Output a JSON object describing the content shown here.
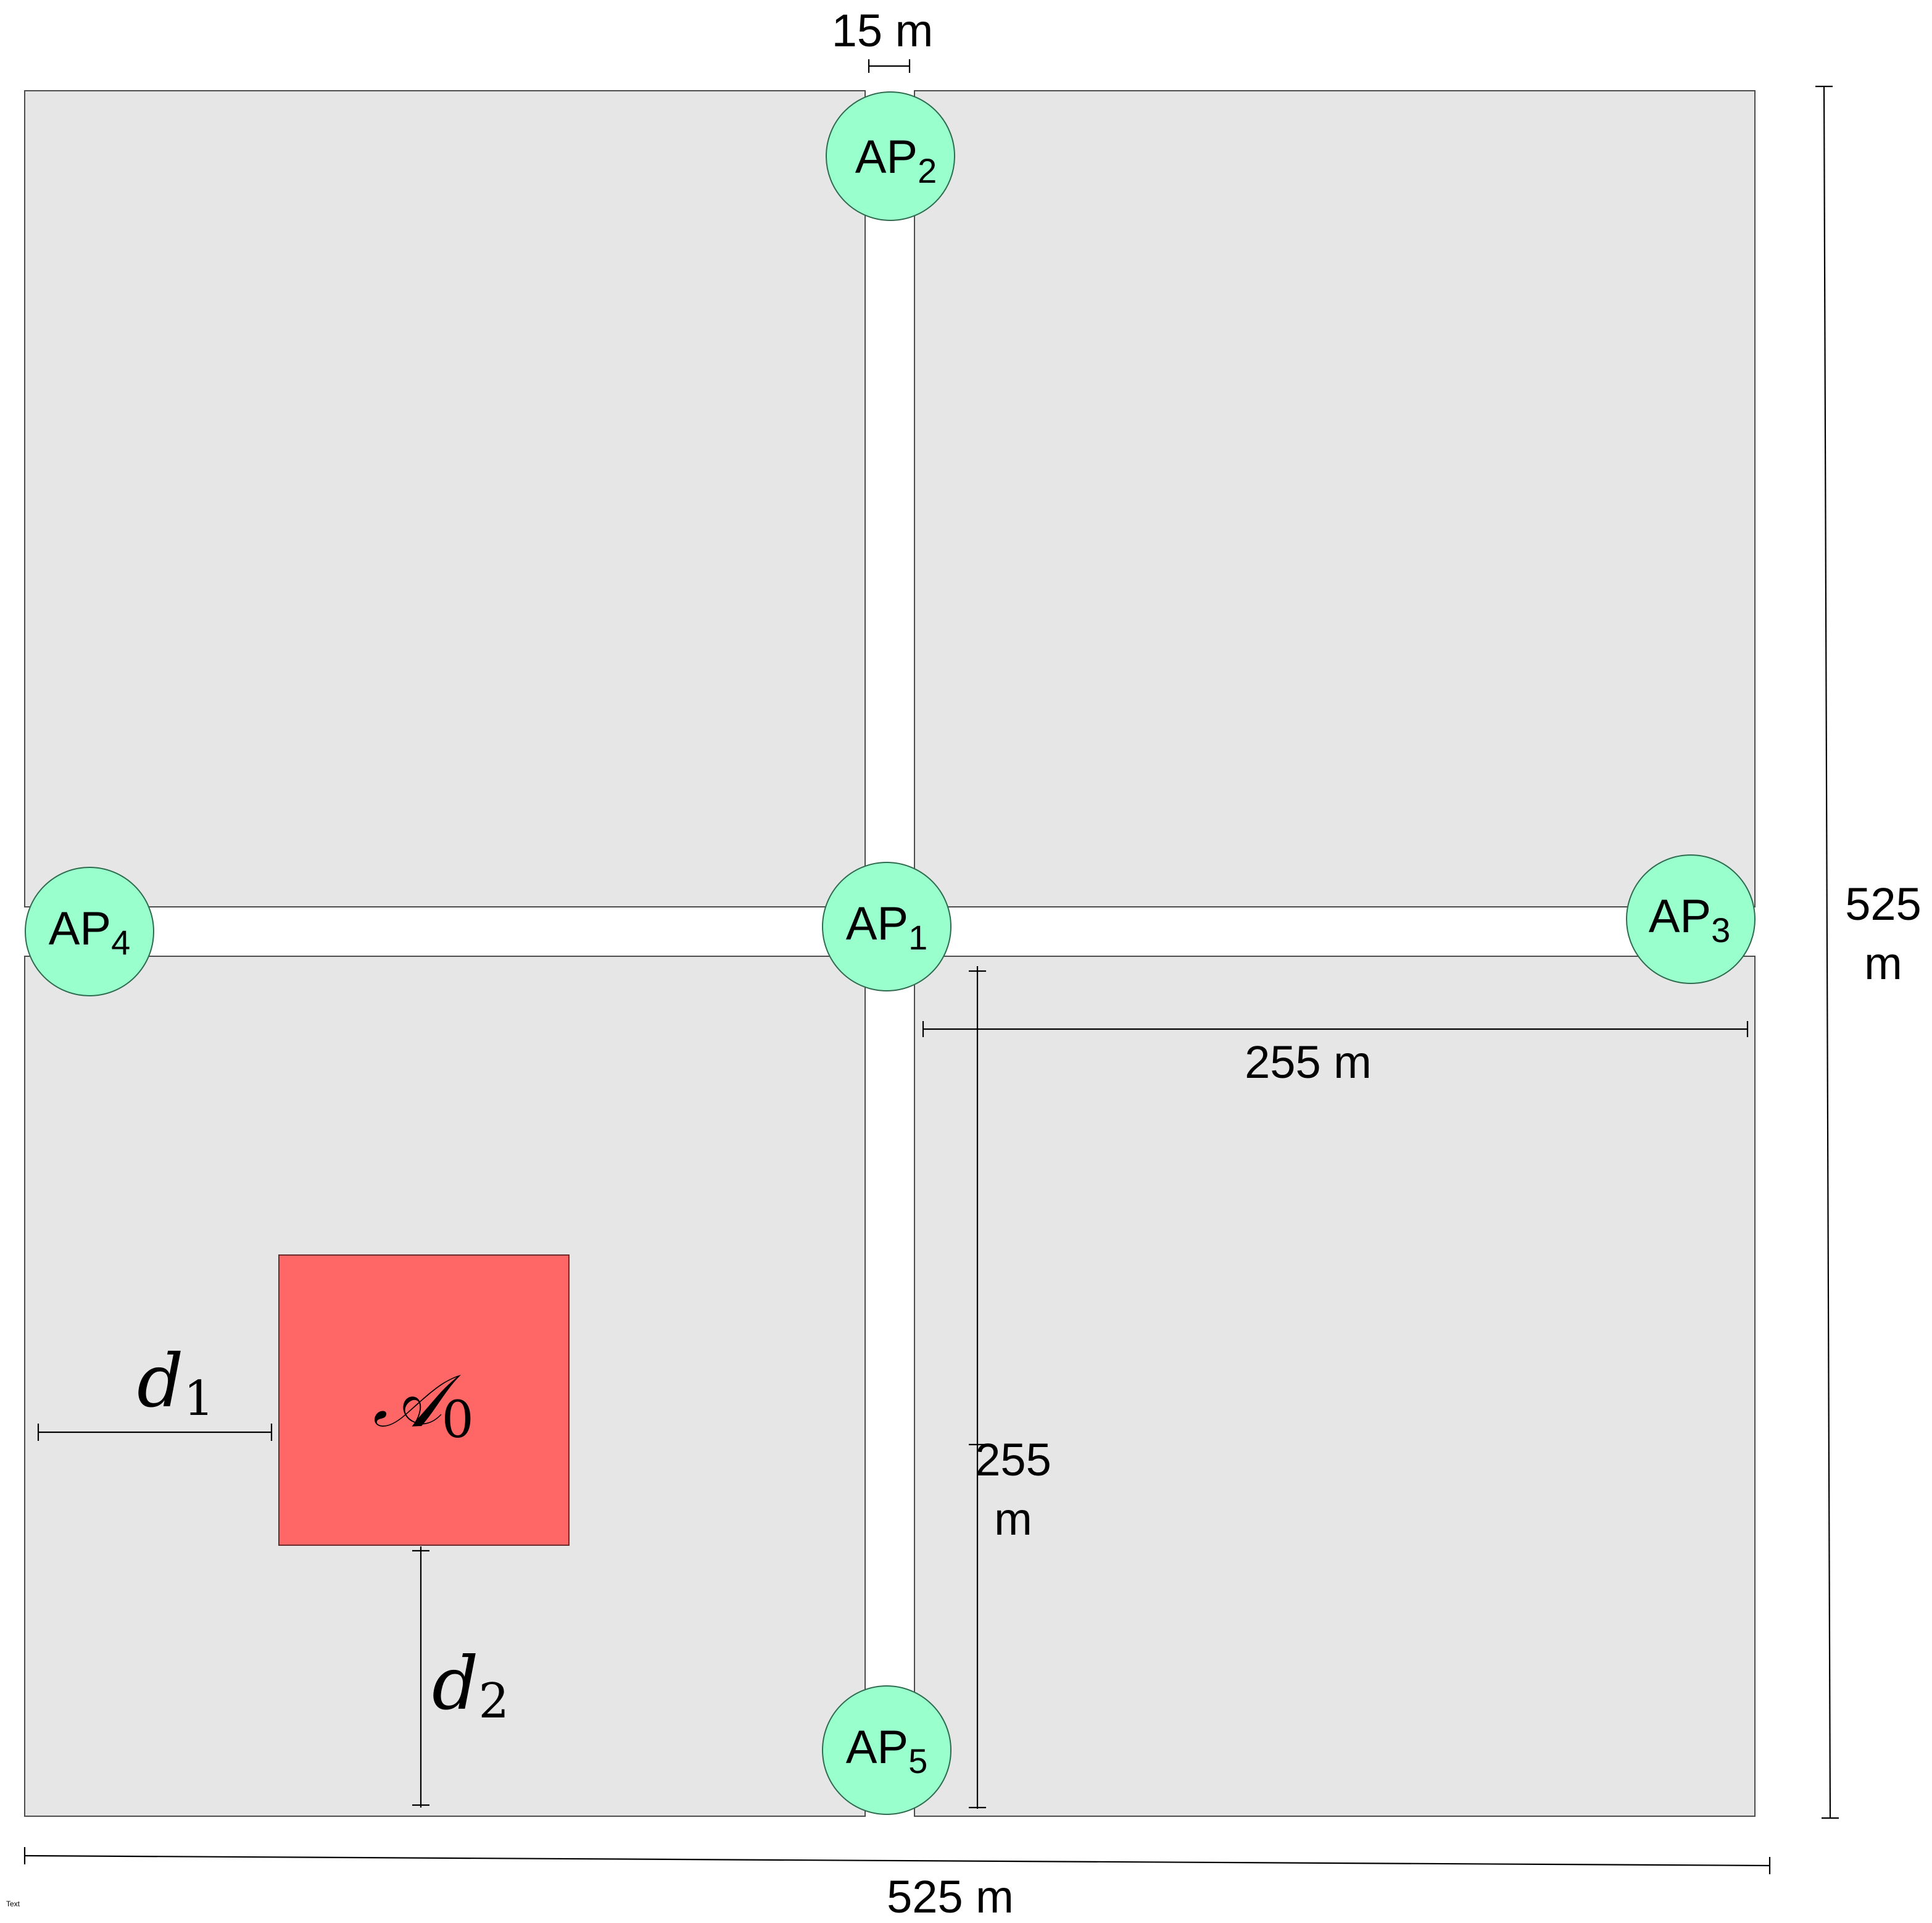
{
  "colors": {
    "block_fill": "#e6e6e6",
    "road_fill": "#ffffff",
    "ap_fill": "#99ffcc",
    "target_fill": "#ff6666"
  },
  "access_points": [
    {
      "id": "ap2",
      "base": "AP",
      "sub": "2"
    },
    {
      "id": "ap4",
      "base": "AP",
      "sub": "4"
    },
    {
      "id": "ap1",
      "base": "AP",
      "sub": "1"
    },
    {
      "id": "ap3",
      "base": "AP",
      "sub": "3"
    },
    {
      "id": "ap5",
      "base": "AP",
      "sub": "5"
    }
  ],
  "target_area": {
    "symbol": "𝒜",
    "sub": "0"
  },
  "offsets": {
    "d1": {
      "symbol": "d",
      "sub": "1"
    },
    "d2": {
      "symbol": "d",
      "sub": "2"
    }
  },
  "dimensions": {
    "road_width": "15 m",
    "total_height_value": "525",
    "total_height_unit": "m",
    "block_width": "255 m",
    "block_height_value": "255",
    "block_height_unit": "m",
    "total_width": "525 m"
  },
  "footer_text": "Text"
}
